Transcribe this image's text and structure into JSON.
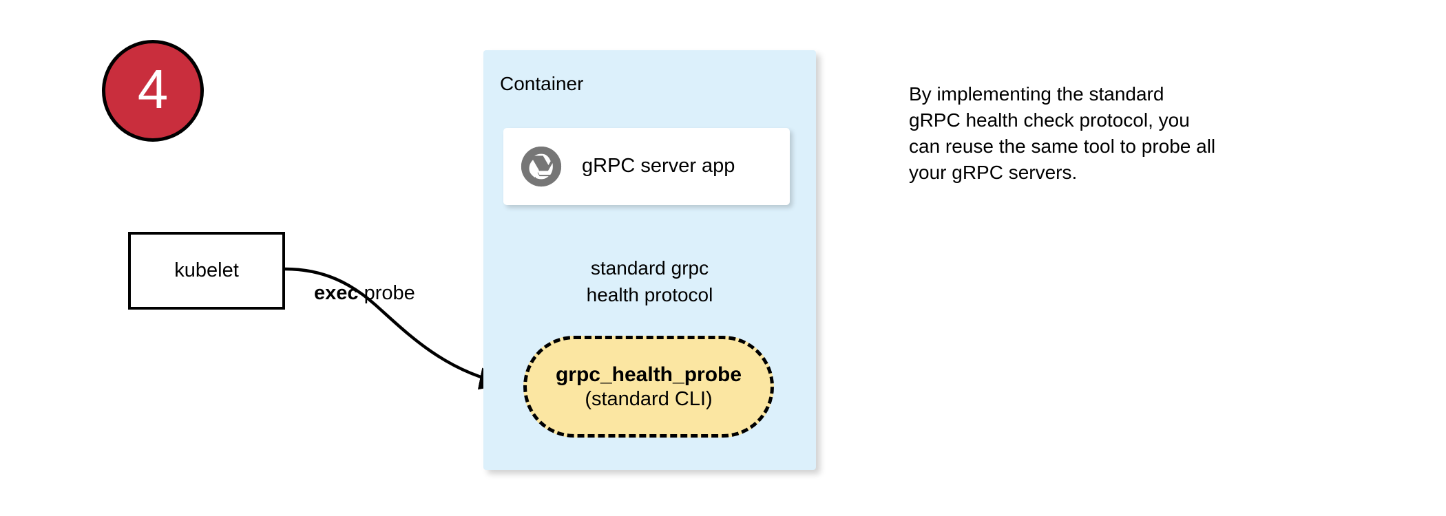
{
  "step": {
    "number": "4"
  },
  "kubelet": {
    "label": "kubelet"
  },
  "edges": {
    "exec_probe_bold": "exec",
    "exec_probe_rest": " probe",
    "protocol_line1": "standard grpc",
    "protocol_line2": "health protocol"
  },
  "container": {
    "title": "Container",
    "server_app": {
      "icon": "aperture-icon",
      "label": "gRPC server app"
    },
    "probe": {
      "title": "grpc_health_probe",
      "subtitle": "(standard CLI)"
    }
  },
  "description": {
    "line1": "By implementing the standard",
    "line2": "gRPC health check protocol, you",
    "line3": "can reuse the same tool to probe all",
    "line4": "your gRPC servers."
  },
  "colors": {
    "badge_fill": "#C92E3D",
    "badge_text": "#FFFFFF",
    "container_fill": "#DCF0FB",
    "probe_fill": "#FBE6A2",
    "stroke": "#000000",
    "icon_gray": "#767676",
    "card_fill": "#FFFFFF",
    "page_background": "#FFFFFF"
  }
}
